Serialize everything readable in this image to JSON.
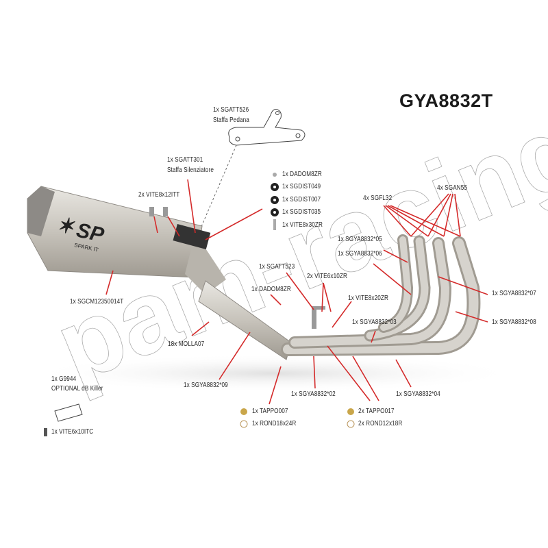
{
  "title": "GYA8832T",
  "watermark": "pam-racing",
  "muffler_logo": {
    "mark": "SP",
    "brand": "SPARK IT"
  },
  "colors": {
    "leader": "#d42a2a",
    "metal": "#c9c6c0",
    "text": "#2a2a2a"
  },
  "parts": {
    "sgatt526": {
      "code": "1x SGATT526",
      "desc": "Staffa Pedana"
    },
    "sgatt301": {
      "code": "1x SGATT301",
      "desc": "Staffa Silenziatore"
    },
    "vite8x12itt": "2x VITE8x12ITT",
    "hardware_stack": [
      "1x DADOM8ZR",
      "1x SGDIST049",
      "1x SGDIST007",
      "1x SGDIST035",
      "1x VITE8x30ZR"
    ],
    "sgfl32": "4x SGFL32",
    "sgan55": "4x SGAN55",
    "sgya05": "1x SGYA8832*05",
    "sgya06": "1x SGYA8832*06",
    "sgatt523": "1x SGATT523",
    "vite6x10zr": "2x VITE6x10ZR",
    "dadom8zr": "1x DADOM8ZR",
    "vite8x20zr": "1x VITE8x20ZR",
    "sgya07": "1x SGYA8832*07",
    "sgya08": "1x SGYA8832*08",
    "sgya03": "1x SGYA8832*03",
    "sgcm": "1x SGCM12350014T",
    "molla07": "18x MOLLA07",
    "sgya09": "1x SGYA8832*09",
    "sgya02": "1x SGYA8832*02",
    "sgya04": "1x SGYA8832*04",
    "g9944": {
      "code": "1x G9944",
      "desc": "OPTIONAL dB Killer"
    },
    "vite6x10itc": "1x VITE6x10ITC",
    "tappo007": "1x TAPPO007",
    "rond18x24r": "1x ROND18x24R",
    "tappo017": "2x TAPPO017",
    "rond12x18r": "2x ROND12x18R"
  }
}
